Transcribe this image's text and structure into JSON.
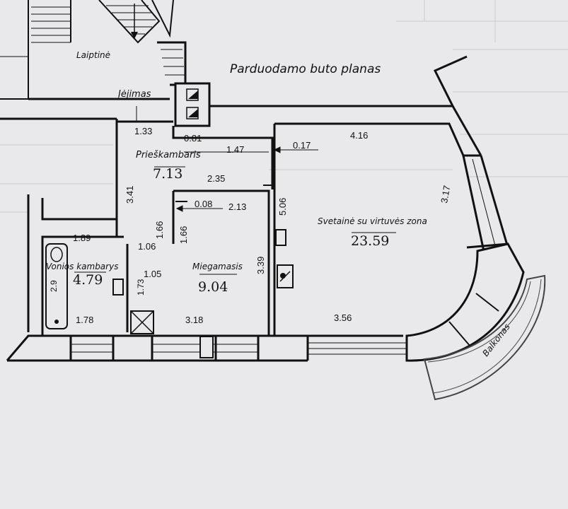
{
  "title": "Parduodamo buto planas",
  "labels": {
    "stairwell": "Laiptinė",
    "entrance": "Įėjimas",
    "hallway": "Prieškambaris",
    "living": "Svetainė su virtuvės zona",
    "bathroom": "Vonios kambarys",
    "bedroom": "Miegamasis",
    "balcony": "Balkonas"
  },
  "areas": {
    "hallway": "7.13",
    "living": "23.59",
    "bathroom": "4.79",
    "bedroom": "9.04"
  },
  "dimensions": {
    "d_1_33": "1.33",
    "d_0_81": "0.81",
    "d_1_47": "1.47",
    "d_0_17": "0.17",
    "d_4_16": "4.16",
    "d_3_17": "3.17",
    "d_3_41": "3.41",
    "d_2_35": "2.35",
    "d_5_06": "5.06",
    "d_0_08": "0.08",
    "d_2_13": "2.13",
    "d_1_66a": "1.66",
    "d_1_66b": "1.66",
    "d_1_89": "1.89",
    "d_1_06": "1.06",
    "d_3_39": "3.39",
    "d_1_05": "1.05",
    "d_1_73": "1.73",
    "d_2_9": "2.9",
    "d_3_56": "3.56",
    "d_1_78": "1.78",
    "d_3_18": "3.18"
  },
  "colors": {
    "wall": "#111111",
    "paper": "#e9e9ec"
  },
  "icons": [
    "arrow-down-icon",
    "electric-panel-icon",
    "ventilation-shaft-icon",
    "switch-icon"
  ]
}
